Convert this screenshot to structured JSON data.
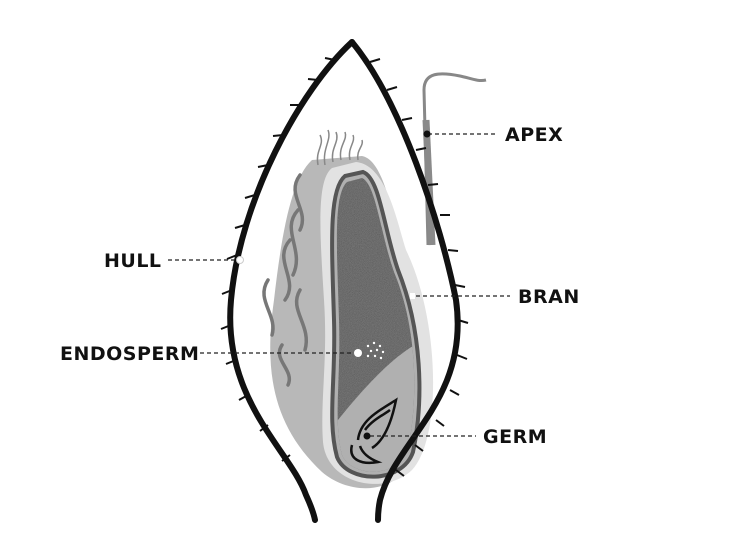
{
  "labels": {
    "apex": "APEX",
    "hull": "HULL",
    "bran": "BRAN",
    "endosperm": "ENDOSPERM",
    "germ": "GERM"
  },
  "colors": {
    "hull_outline": "#111111",
    "seed_coat": "#b8b8b8",
    "bran_rim": "#e2e2e2",
    "endosperm": "#4a4a4a",
    "germ": "#b0b0b0"
  }
}
